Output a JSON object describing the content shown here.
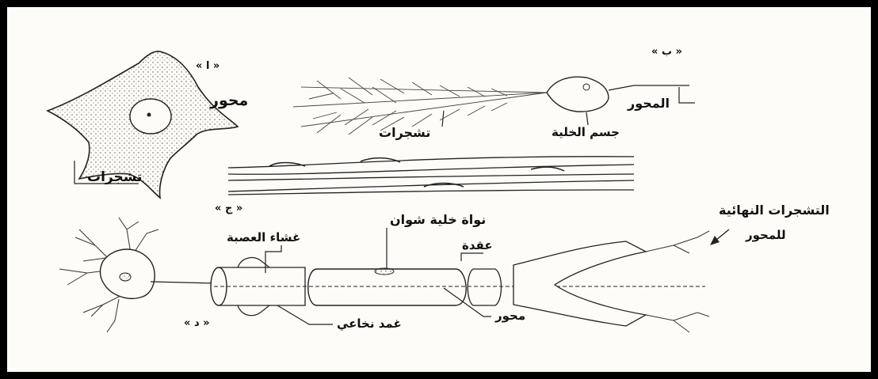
{
  "panels": {
    "a": "« ا »",
    "b": "« ب »",
    "c": "« ج »",
    "d": "« د »"
  },
  "labels": {
    "a_axon": "محور",
    "a_dendrites": "تشجرات",
    "b_axon": "المحور",
    "b_cell_body": "جسم الخلية",
    "b_dendrites": "تشجرات",
    "d_schwann_nucleus": "نواة خلية شوان",
    "d_node": "عقدة",
    "d_neurilemma": "غشاء العصبة",
    "d_myelin_sheath": "غمد نخاعي",
    "d_axon": "محور",
    "d_terminal_line1": "التشجرات النهائية",
    "d_terminal_line2": "للمحور"
  }
}
